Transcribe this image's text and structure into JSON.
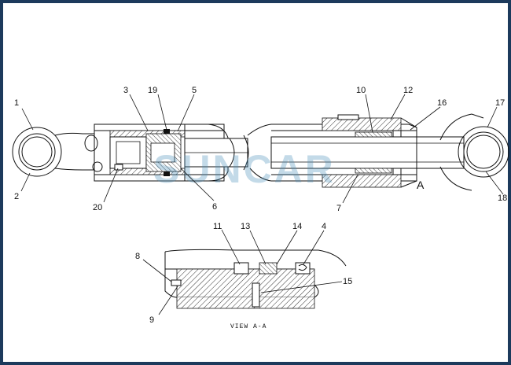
{
  "callouts": {
    "c1": "1",
    "c2": "2",
    "c3": "3",
    "c4": "4",
    "c5": "5",
    "c6": "6",
    "c7": "7",
    "c8": "8",
    "c9": "9",
    "c10": "10",
    "c11": "11",
    "c12": "12",
    "c13": "13",
    "c14": "14",
    "c15": "15",
    "c16": "16",
    "c17": "17",
    "c18": "18",
    "c19": "19",
    "c20": "20"
  },
  "section_marker": "A",
  "view_caption": "VIEW A-A",
  "watermark": "SUNCAR",
  "colors": {
    "frame": "#1c3a5c",
    "watermark": "#4a8fb8",
    "line": "#111111"
  }
}
